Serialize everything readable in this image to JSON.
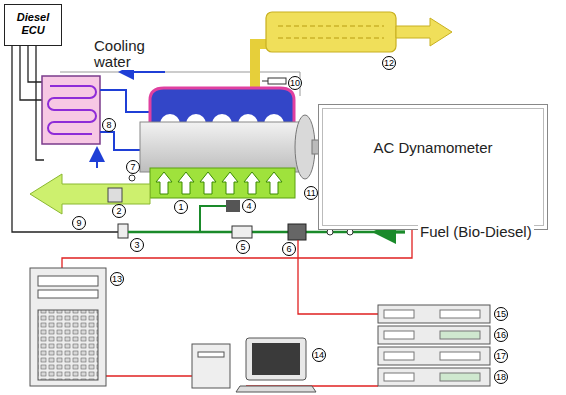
{
  "diagram": {
    "nodes": [
      {
        "text": [
          "Diesel ECU"
        ]
      },
      {
        "text": [
          "AC Dynamometer"
        ]
      }
    ],
    "labels": [
      "Cooling water",
      "Fuel (Bio-Diesel)",
      "1",
      "2",
      "3",
      "4",
      "5",
      "6",
      "7",
      "8",
      "9",
      "10",
      "11",
      "12",
      "13",
      "14",
      "15",
      "16",
      "17",
      "18"
    ]
  }
}
